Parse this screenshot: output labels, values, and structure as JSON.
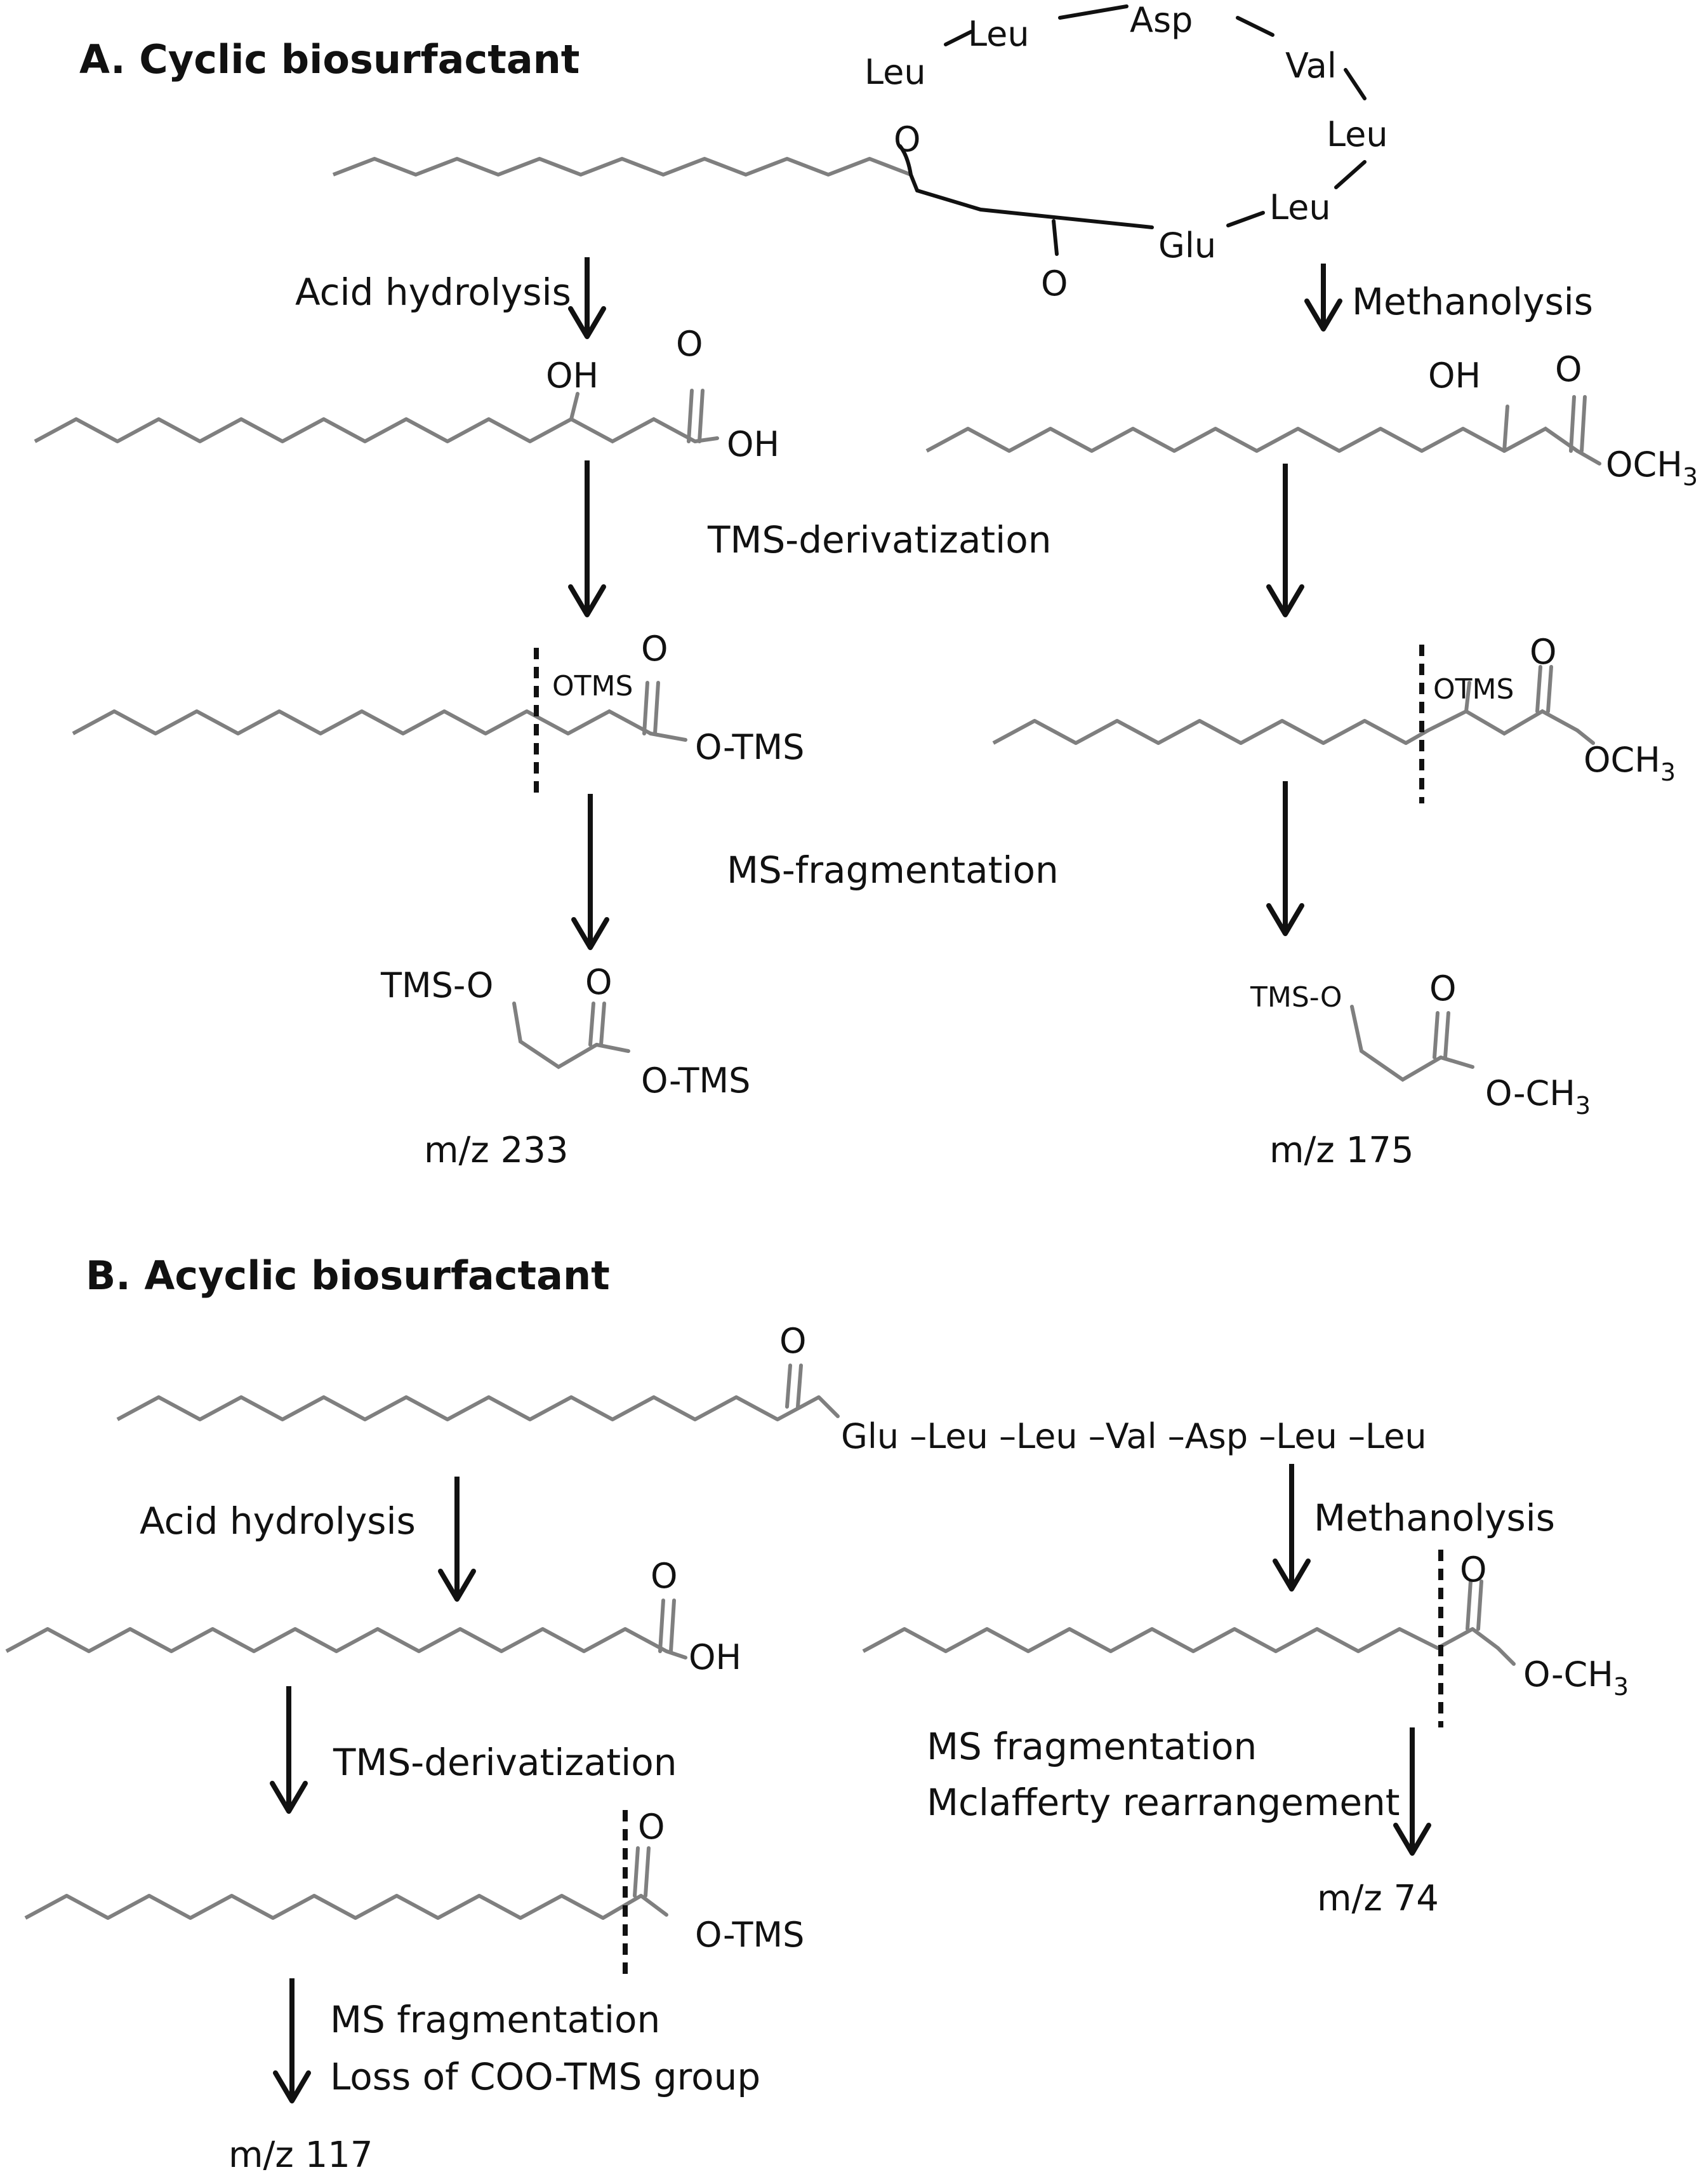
{
  "section_a": {
    "title": "A. Cyclic biosurfactant",
    "ring": {
      "residues": [
        "Leu",
        "Leu",
        "Asp",
        "Val",
        "Leu",
        "Leu",
        "Glu"
      ],
      "ester_oxygen": "O",
      "carbonyl_oxygen": "O"
    },
    "left": {
      "step1": "Acid hydrolysis",
      "p1_oh": "OH",
      "p1_o": "O",
      "p1_acid_oh": "OH",
      "step2": "TMS-derivatization",
      "p2_otms": "OTMS",
      "p2_o": "O",
      "p2_end": "O-TMS",
      "step3": "MS-fragmentation",
      "frag_left": "TMS-O",
      "frag_o": "O",
      "frag_end": "O-TMS",
      "mz": "m/z 233"
    },
    "right": {
      "step1": "Methanolysis",
      "p1_oh": "OH",
      "p1_o": "O",
      "p1_end": "OCH",
      "p1_end_sub": "3",
      "p2_otms": "OTMS",
      "p2_o": "O",
      "p2_end": "OCH",
      "p2_end_sub": "3",
      "frag_left": "TMS-O",
      "frag_o": "O",
      "frag_end": "O-CH",
      "frag_end_sub": "3",
      "mz": "m/z 175"
    }
  },
  "section_b": {
    "title": "B. Acyclic biosurfactant",
    "start_o": "O",
    "peptide": "Glu –Leu –Leu –Val –Asp –Leu –Leu",
    "left": {
      "step1": "Acid hydrolysis",
      "p1_o": "O",
      "p1_oh": "OH",
      "step2": "TMS-derivatization",
      "p2_o": "O",
      "p2_end": "O-TMS",
      "step3_line1": "MS fragmentation",
      "step3_line2": "Loss of COO-TMS group",
      "mz": "m/z 117"
    },
    "right": {
      "step1": "Methanolysis",
      "p1_o": "O",
      "p1_end": "O-CH",
      "p1_end_sub": "3",
      "step2_line1": "MS fragmentation",
      "step2_line2": "Mclafferty rearrangement",
      "mz": "m/z 74"
    }
  }
}
